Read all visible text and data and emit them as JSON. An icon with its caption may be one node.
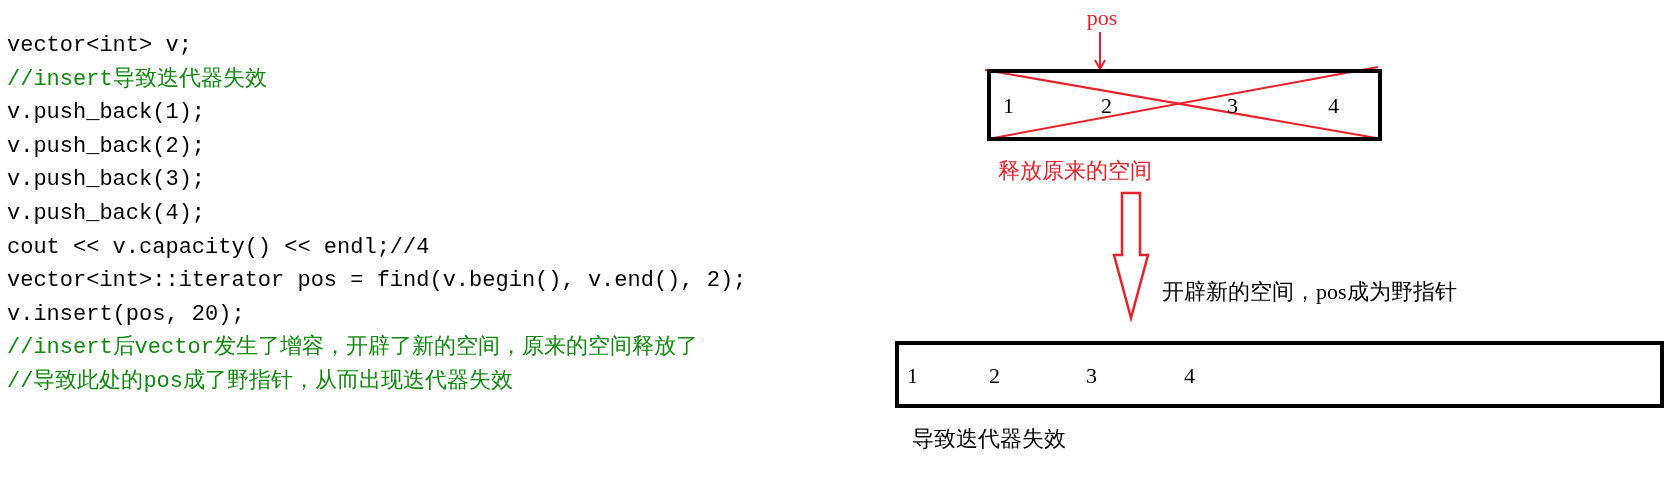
{
  "diagram": {
    "nodes": [
      {
        "text": [
          "1",
          "2",
          "3",
          "4"
        ],
        "beside": [
          "释放原来的空间"
        ]
      },
      {
        "text": [
          "pos"
        ]
      },
      {
        "text": [
          "1",
          "2",
          "3",
          "4"
        ],
        "beside": [
          "导致迭代器失效"
        ]
      }
    ],
    "edges": [
      {
        "from": 1,
        "to": 0,
        "arrow": "to"
      },
      {
        "from": 0,
        "to": 2,
        "arrow": "to",
        "label": "开辟新的空间，pos成为野指针"
      }
    ],
    "labels": [
      "vector<int> v;",
      "//insert导致迭代器失效",
      "v.push_back(1);",
      "v.push_back(2);",
      "v.push_back(3);",
      "v.push_back(4);",
      "cout << v.capacity() << endl;//4",
      "vector<int>::iterator pos = find(v.begin(), v.end(), 2);",
      "v.insert(pos, 20);",
      "//insert后vector发生了增容，开辟了新的空间，原来的空间释放了",
      "//导致此处的pos成了野指针，从而出现迭代器失效"
    ]
  }
}
